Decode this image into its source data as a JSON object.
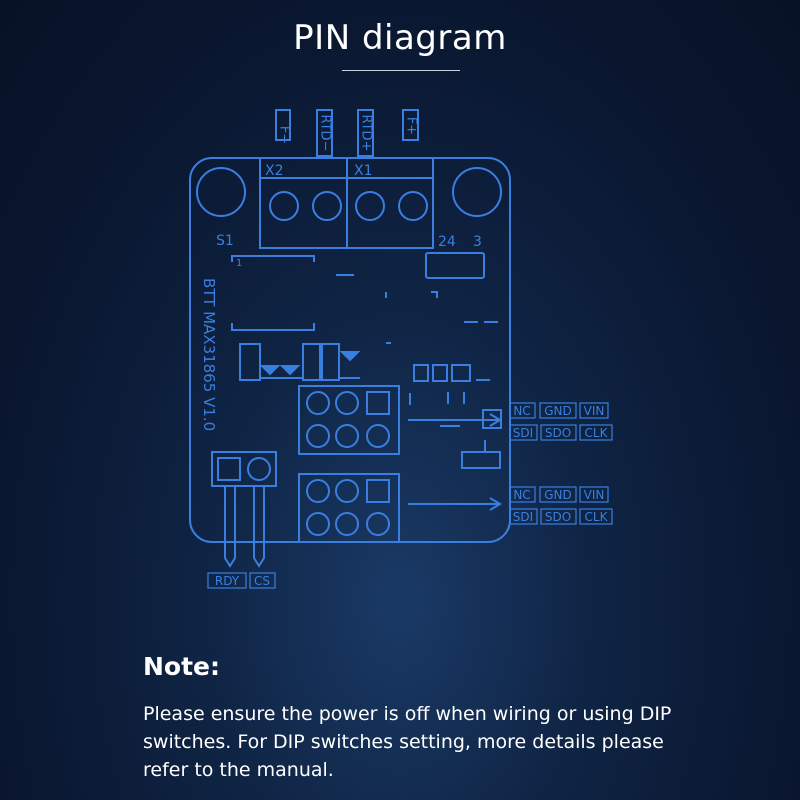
{
  "title": "PIN diagram",
  "board": {
    "top_labels": [
      "F−",
      "RTD−",
      "RTD+",
      "F+"
    ],
    "terminal_x2": "X2",
    "terminal_x1": "X1",
    "s1": "S1",
    "switch_mark": "1",
    "dip_labels": [
      "24",
      "3"
    ],
    "board_name": "BTT MAX31865 V1.0"
  },
  "header_upper": {
    "row1": [
      "NC",
      "GND",
      "VIN"
    ],
    "row2": [
      "SDI",
      "SDO",
      "CLK"
    ]
  },
  "header_lower": {
    "row1": [
      "NC",
      "GND",
      "VIN"
    ],
    "row2": [
      "SDI",
      "SDO",
      "CLK"
    ]
  },
  "bottom_pins": [
    "RDY",
    "CS"
  ],
  "note": {
    "heading": "Note:",
    "body": "Please ensure the power is off when wiring or using DIP switches. For DIP switches setting, more details please refer to the manual."
  },
  "colors": {
    "line": "#3a7fe0",
    "background": "#0a1730",
    "text": "#ffffff"
  }
}
